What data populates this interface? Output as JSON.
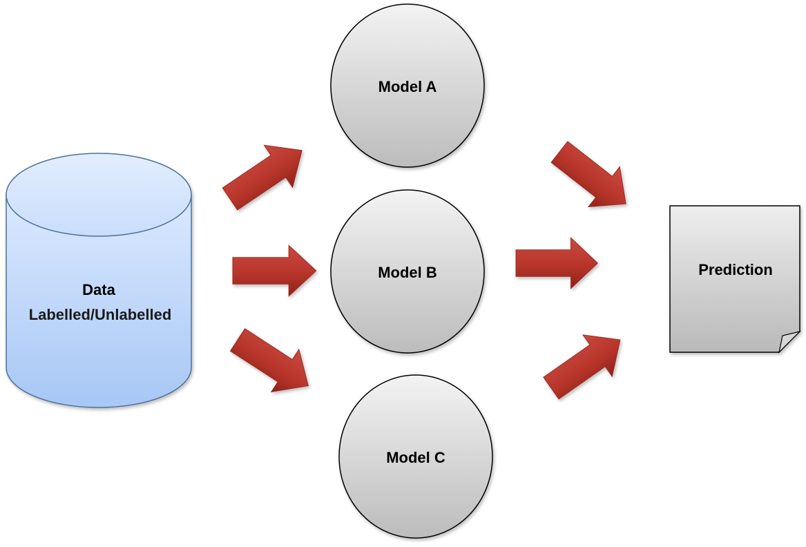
{
  "diagram": {
    "data_store": {
      "title": "Data",
      "subtitle": "Labelled/Unlabelled"
    },
    "models": [
      {
        "label": "Model A"
      },
      {
        "label": "Model B"
      },
      {
        "label": "Model C"
      }
    ],
    "output": {
      "label": "Prediction"
    }
  },
  "colors": {
    "arrow": "#c0392b",
    "arrow_dark": "#8e1f17",
    "cylinder_top": "#d9e8ff",
    "cylinder_bottom": "#a9c9f6",
    "cylinder_stroke": "#4d6f96",
    "model_light": "#f2f2f2",
    "model_dark": "#bdbdbd",
    "outline": "#000000"
  }
}
